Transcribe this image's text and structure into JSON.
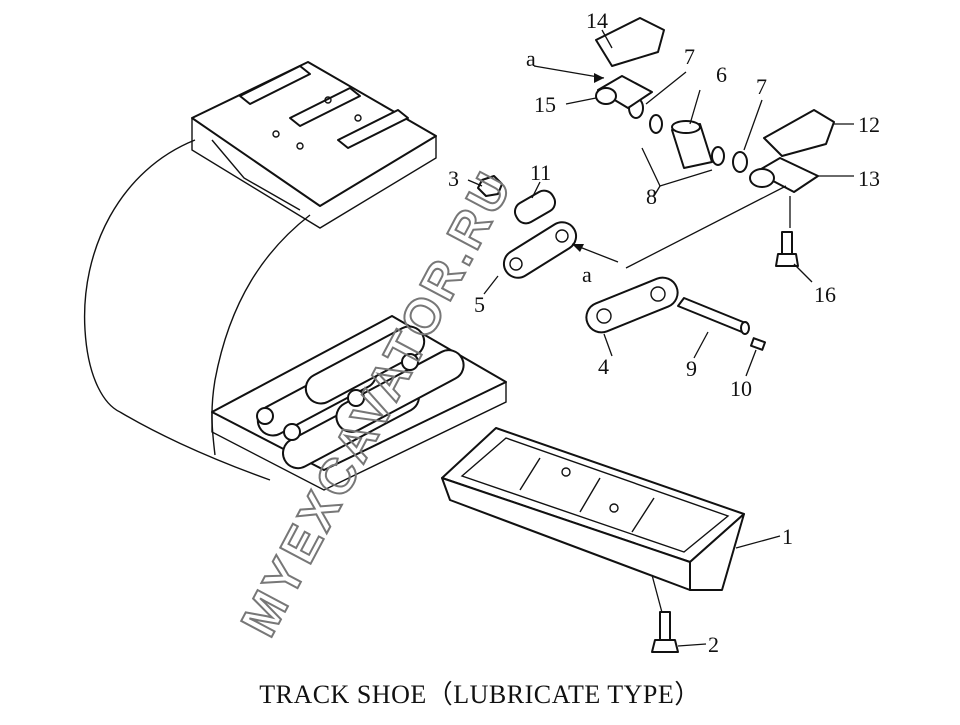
{
  "caption": "TRACK SHOE（LUBRICATE TYPE）",
  "watermark": "MYEXCAVATOR.RU",
  "callouts": {
    "c1": "1",
    "c2": "2",
    "c3": "3",
    "c4": "4",
    "c5": "5",
    "c6": "6",
    "c7a": "7",
    "c7b": "7",
    "c8": "8",
    "c9": "9",
    "c10": "10",
    "c11": "11",
    "c12": "12",
    "c13": "13",
    "c14": "14",
    "c15": "15",
    "c16": "16",
    "ca1": "a",
    "ca2": "a"
  }
}
